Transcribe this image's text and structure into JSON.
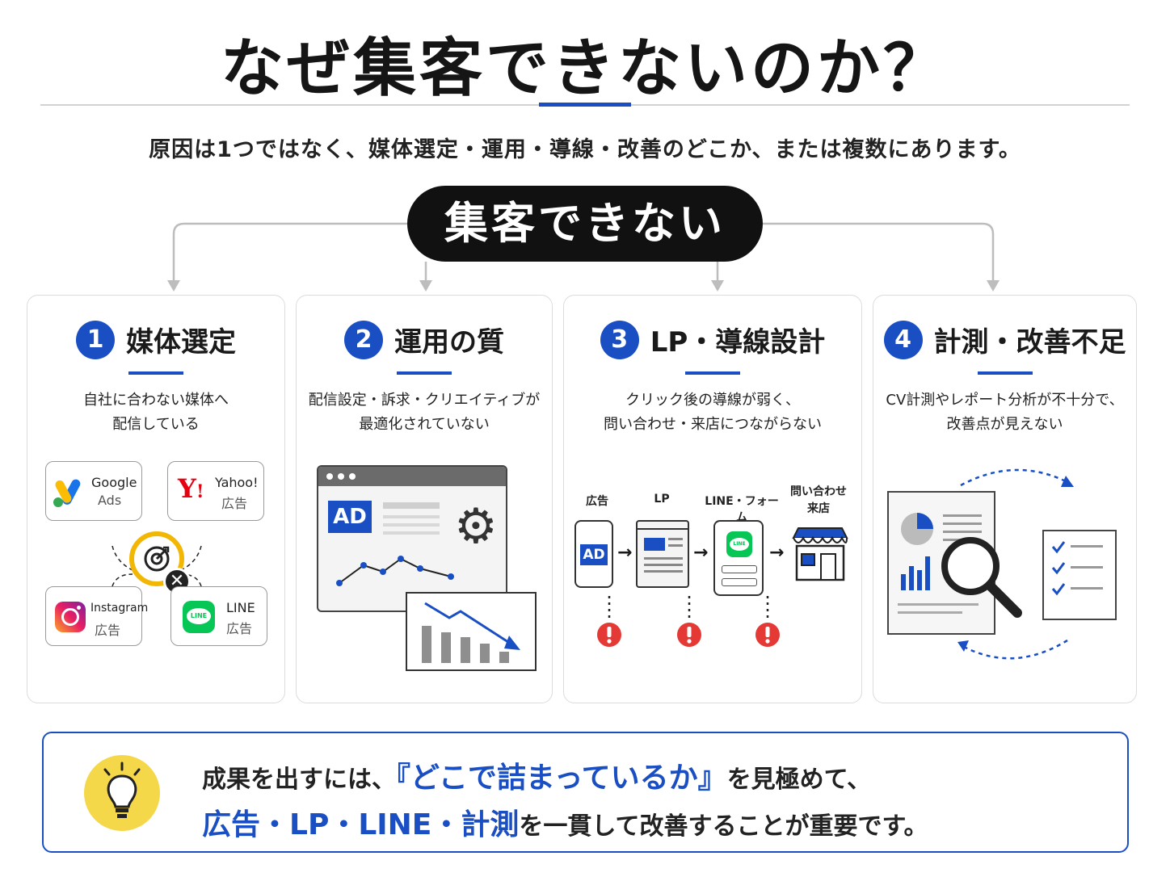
{
  "title": "なぜ集客できないのか？",
  "subtitle": "原因は1つではなく、媒体選定・運用・導線・改善のどこか、または複数にあります。",
  "hub": "集客できない",
  "colors": {
    "accent": "#1a4fc4",
    "hub_bg": "#111111",
    "alert": "#e53935",
    "bulb": "#f5d74a"
  },
  "cards": [
    {
      "num": "1",
      "title": "媒体選定",
      "desc1": "自社に合わない媒体へ",
      "desc2": "配信している",
      "logos": [
        {
          "name": "Google",
          "sub": "Ads"
        },
        {
          "name": "Yahoo!",
          "sub": "広告"
        },
        {
          "name": "Instagram",
          "sub": "広告"
        },
        {
          "name": "LINE",
          "sub": "広告"
        }
      ]
    },
    {
      "num": "2",
      "title": "運用の質",
      "desc1": "配信設定・訴求・クリエイティブが",
      "desc2": "最適化されていない",
      "ad_label": "AD"
    },
    {
      "num": "3",
      "title": "LP・導線設計",
      "desc1": "クリック後の導線が弱く、",
      "desc2": "問い合わせ・来店につながらない",
      "flow": [
        "広告",
        "LP",
        "LINE・フォーム",
        "問い合わせ",
        "来店"
      ],
      "ad_label": "AD",
      "line_icon": "LINE"
    },
    {
      "num": "4",
      "title": "計測・改善不足",
      "desc1": "CV計測やレポート分析が不十分で、",
      "desc2": "改善点が見えない"
    }
  ],
  "bottom": {
    "l1_pre": "成果を出すには、",
    "l1_hl": "『どこで詰まっているか』",
    "l1_post": "を見極めて、",
    "l2_hl": "広告・LP・LINE・計測",
    "l2_post": "を一貫して改善することが重要です。"
  }
}
